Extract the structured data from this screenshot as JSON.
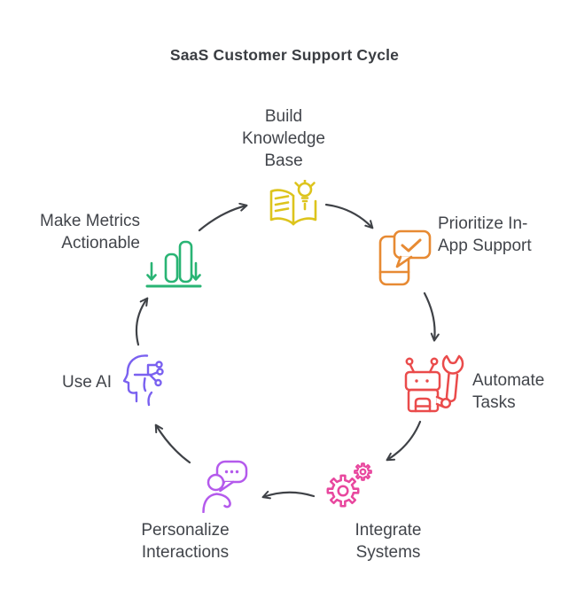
{
  "title": "SaaS Customer Support Cycle",
  "diagram": {
    "type": "cycle",
    "direction": "clockwise",
    "arrow_color": "#3f4247",
    "text_color": "#42454b",
    "steps": [
      {
        "id": "build-knowledge-base",
        "label": "Build Knowledge Base",
        "lines": [
          "Build",
          "Knowledge",
          "Base"
        ],
        "icon": "open-book-lightbulb-icon",
        "color": "#ddc41d",
        "position": "top"
      },
      {
        "id": "prioritize-in-app-support",
        "label": "Prioritize In-App Support",
        "lines": [
          "Prioritize In-",
          "App Support"
        ],
        "icon": "phone-chat-check-icon",
        "color": "#e78a33",
        "position": "upper-right"
      },
      {
        "id": "automate-tasks",
        "label": "Automate Tasks",
        "lines": [
          "Automate",
          "Tasks"
        ],
        "icon": "robot-wrench-icon",
        "color": "#ea4b4b",
        "position": "lower-right"
      },
      {
        "id": "integrate-systems",
        "label": "Integrate Systems",
        "lines": [
          "Integrate",
          "Systems"
        ],
        "icon": "gears-icon",
        "color": "#e8479e",
        "position": "bottom-right"
      },
      {
        "id": "personalize-interactions",
        "label": "Personalize Interactions",
        "lines": [
          "Personalize",
          "Interactions"
        ],
        "icon": "person-speech-bubble-icon",
        "color": "#b45aec",
        "position": "bottom-left"
      },
      {
        "id": "use-ai",
        "label": "Use AI",
        "lines": [
          "Use AI"
        ],
        "icon": "ai-head-circuit-icon",
        "color": "#7a61f0",
        "position": "lower-left"
      },
      {
        "id": "make-metrics-actionable",
        "label": "Make Metrics Actionable",
        "lines": [
          "Make Metrics",
          "Actionable"
        ],
        "icon": "bar-chart-arrows-icon",
        "color": "#29b474",
        "position": "upper-left"
      }
    ],
    "arrows": [
      {
        "from": "make-metrics-actionable",
        "to": "build-knowledge-base"
      },
      {
        "from": "build-knowledge-base",
        "to": "prioritize-in-app-support"
      },
      {
        "from": "prioritize-in-app-support",
        "to": "automate-tasks"
      },
      {
        "from": "automate-tasks",
        "to": "integrate-systems"
      },
      {
        "from": "integrate-systems",
        "to": "personalize-interactions"
      },
      {
        "from": "personalize-interactions",
        "to": "use-ai"
      },
      {
        "from": "use-ai",
        "to": "make-metrics-actionable"
      }
    ]
  }
}
